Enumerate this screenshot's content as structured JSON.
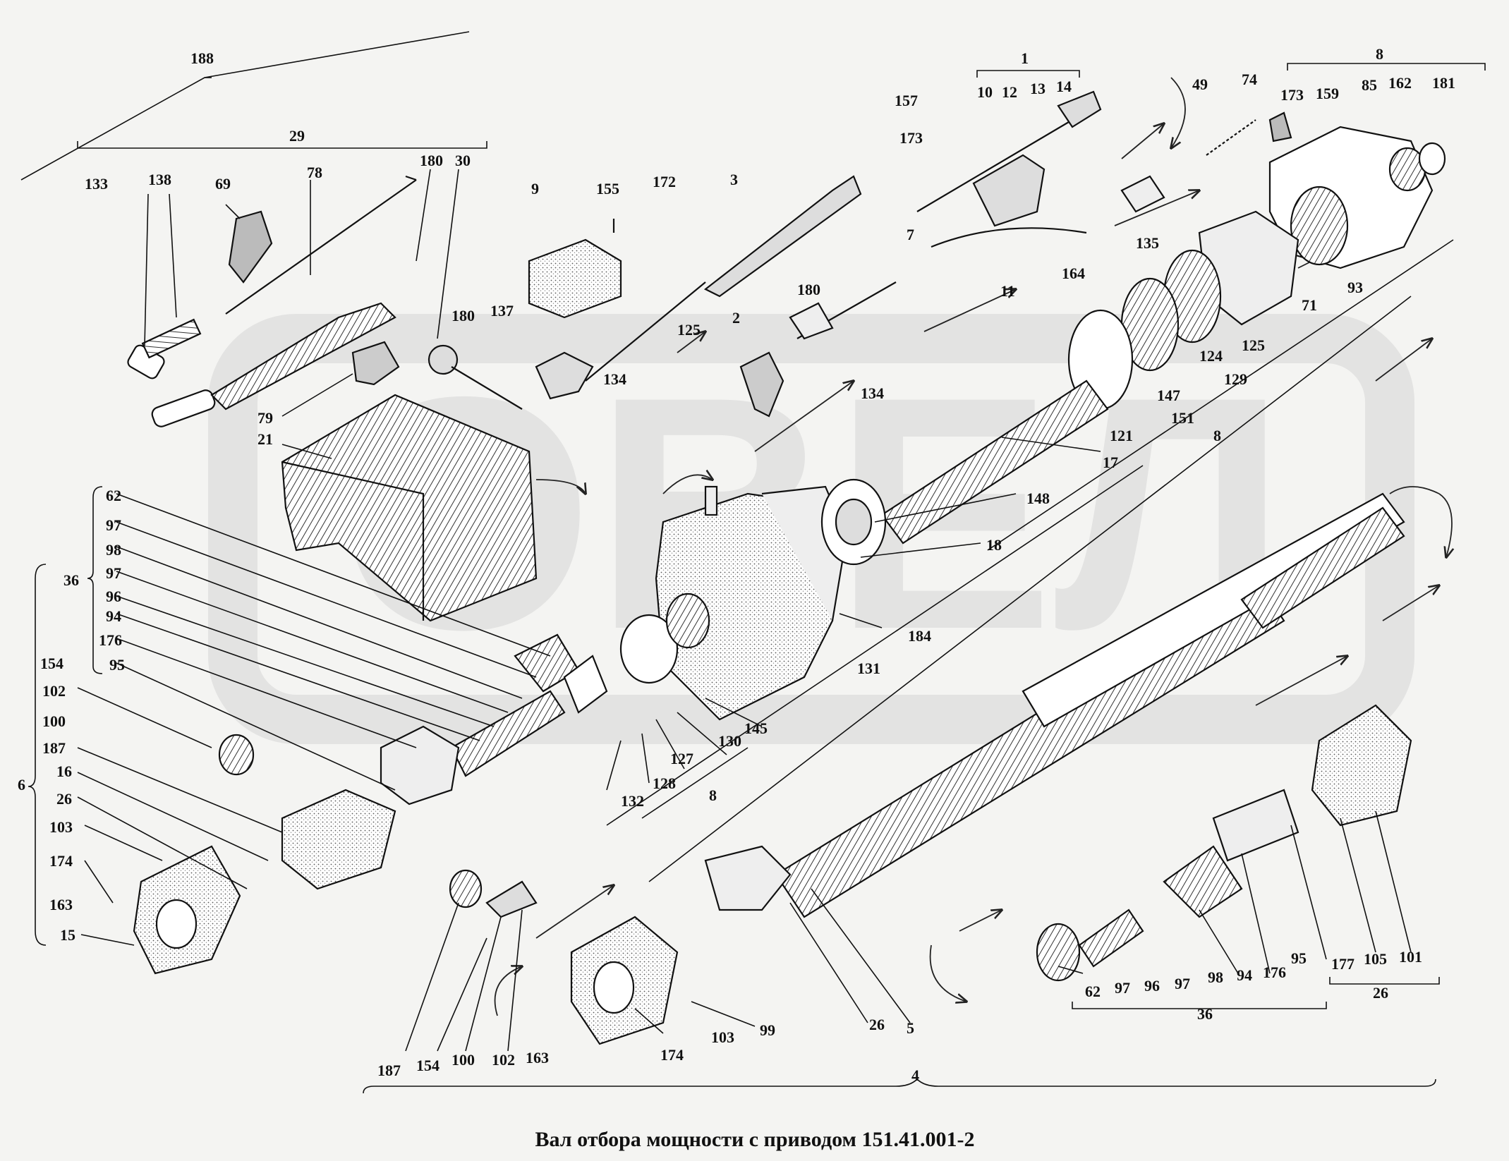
{
  "title": "Вал отбора мощности с приводом 151.41.001-2",
  "colors": {
    "background": "#f4f4f2",
    "ink": "#111111",
    "watermark": "#d6d6d6",
    "part_fill": "#ffffff",
    "part_shade": "#bdbdbd"
  },
  "watermark": {
    "text": "ОВЕЛ"
  },
  "labels": [
    {
      "id": "188",
      "text": "188"
    },
    {
      "id": "29",
      "text": "29"
    },
    {
      "id": "133",
      "text": "133"
    },
    {
      "id": "138",
      "text": "138"
    },
    {
      "id": "69",
      "text": "69"
    },
    {
      "id": "78",
      "text": "78"
    },
    {
      "id": "180a",
      "text": "180"
    },
    {
      "id": "30",
      "text": "30"
    },
    {
      "id": "79",
      "text": "79"
    },
    {
      "id": "21",
      "text": "21"
    },
    {
      "id": "9",
      "text": "9"
    },
    {
      "id": "155",
      "text": "155"
    },
    {
      "id": "172",
      "text": "172"
    },
    {
      "id": "3",
      "text": "3"
    },
    {
      "id": "180b",
      "text": "180"
    },
    {
      "id": "137",
      "text": "137"
    },
    {
      "id": "125a",
      "text": "125"
    },
    {
      "id": "2",
      "text": "2"
    },
    {
      "id": "180c",
      "text": "180"
    },
    {
      "id": "134a",
      "text": "134"
    },
    {
      "id": "134b",
      "text": "134"
    },
    {
      "id": "1",
      "text": "1"
    },
    {
      "id": "10",
      "text": "10"
    },
    {
      "id": "12",
      "text": "12"
    },
    {
      "id": "13",
      "text": "13"
    },
    {
      "id": "14",
      "text": "14"
    },
    {
      "id": "157",
      "text": "157"
    },
    {
      "id": "173a",
      "text": "173"
    },
    {
      "id": "7",
      "text": "7"
    },
    {
      "id": "11",
      "text": "11"
    },
    {
      "id": "164",
      "text": "164"
    },
    {
      "id": "135",
      "text": "135"
    },
    {
      "id": "49",
      "text": "49"
    },
    {
      "id": "74",
      "text": "74"
    },
    {
      "id": "8a",
      "text": "8"
    },
    {
      "id": "173b",
      "text": "173"
    },
    {
      "id": "159",
      "text": "159"
    },
    {
      "id": "85",
      "text": "85"
    },
    {
      "id": "162",
      "text": "162"
    },
    {
      "id": "181",
      "text": "181"
    },
    {
      "id": "93",
      "text": "93"
    },
    {
      "id": "71",
      "text": "71"
    },
    {
      "id": "125b",
      "text": "125"
    },
    {
      "id": "124",
      "text": "124"
    },
    {
      "id": "129",
      "text": "129"
    },
    {
      "id": "147",
      "text": "147"
    },
    {
      "id": "151",
      "text": "151"
    },
    {
      "id": "121",
      "text": "121"
    },
    {
      "id": "8b",
      "text": "8"
    },
    {
      "id": "17",
      "text": "17"
    },
    {
      "id": "148",
      "text": "148"
    },
    {
      "id": "18",
      "text": "18"
    },
    {
      "id": "184",
      "text": "184"
    },
    {
      "id": "131",
      "text": "131"
    },
    {
      "id": "36a",
      "text": "36"
    },
    {
      "id": "62a",
      "text": "62"
    },
    {
      "id": "97a",
      "text": "97"
    },
    {
      "id": "98a",
      "text": "98"
    },
    {
      "id": "97b",
      "text": "97"
    },
    {
      "id": "96a",
      "text": "96"
    },
    {
      "id": "94a",
      "text": "94"
    },
    {
      "id": "176a",
      "text": "176"
    },
    {
      "id": "95a",
      "text": "95"
    },
    {
      "id": "154a",
      "text": "154"
    },
    {
      "id": "102a",
      "text": "102"
    },
    {
      "id": "100a",
      "text": "100"
    },
    {
      "id": "187a",
      "text": "187"
    },
    {
      "id": "16",
      "text": "16"
    },
    {
      "id": "26a",
      "text": "26"
    },
    {
      "id": "103a",
      "text": "103"
    },
    {
      "id": "174a",
      "text": "174"
    },
    {
      "id": "163a",
      "text": "163"
    },
    {
      "id": "15",
      "text": "15"
    },
    {
      "id": "6",
      "text": "6"
    },
    {
      "id": "145",
      "text": "145"
    },
    {
      "id": "130",
      "text": "130"
    },
    {
      "id": "127",
      "text": "127"
    },
    {
      "id": "128",
      "text": "128"
    },
    {
      "id": "132",
      "text": "132"
    },
    {
      "id": "8c",
      "text": "8"
    },
    {
      "id": "187b",
      "text": "187"
    },
    {
      "id": "154b",
      "text": "154"
    },
    {
      "id": "100b",
      "text": "100"
    },
    {
      "id": "102b",
      "text": "102"
    },
    {
      "id": "163b",
      "text": "163"
    },
    {
      "id": "174b",
      "text": "174"
    },
    {
      "id": "103b",
      "text": "103"
    },
    {
      "id": "99",
      "text": "99"
    },
    {
      "id": "26b",
      "text": "26"
    },
    {
      "id": "5",
      "text": "5"
    },
    {
      "id": "4",
      "text": "4"
    },
    {
      "id": "62b",
      "text": "62"
    },
    {
      "id": "97c",
      "text": "97"
    },
    {
      "id": "96b",
      "text": "96"
    },
    {
      "id": "97d",
      "text": "97"
    },
    {
      "id": "98b",
      "text": "98"
    },
    {
      "id": "94b",
      "text": "94"
    },
    {
      "id": "176b",
      "text": "176"
    },
    {
      "id": "95b",
      "text": "95"
    },
    {
      "id": "177",
      "text": "177"
    },
    {
      "id": "105",
      "text": "105"
    },
    {
      "id": "101",
      "text": "101"
    },
    {
      "id": "36b",
      "text": "36"
    },
    {
      "id": "26c",
      "text": "26"
    }
  ]
}
